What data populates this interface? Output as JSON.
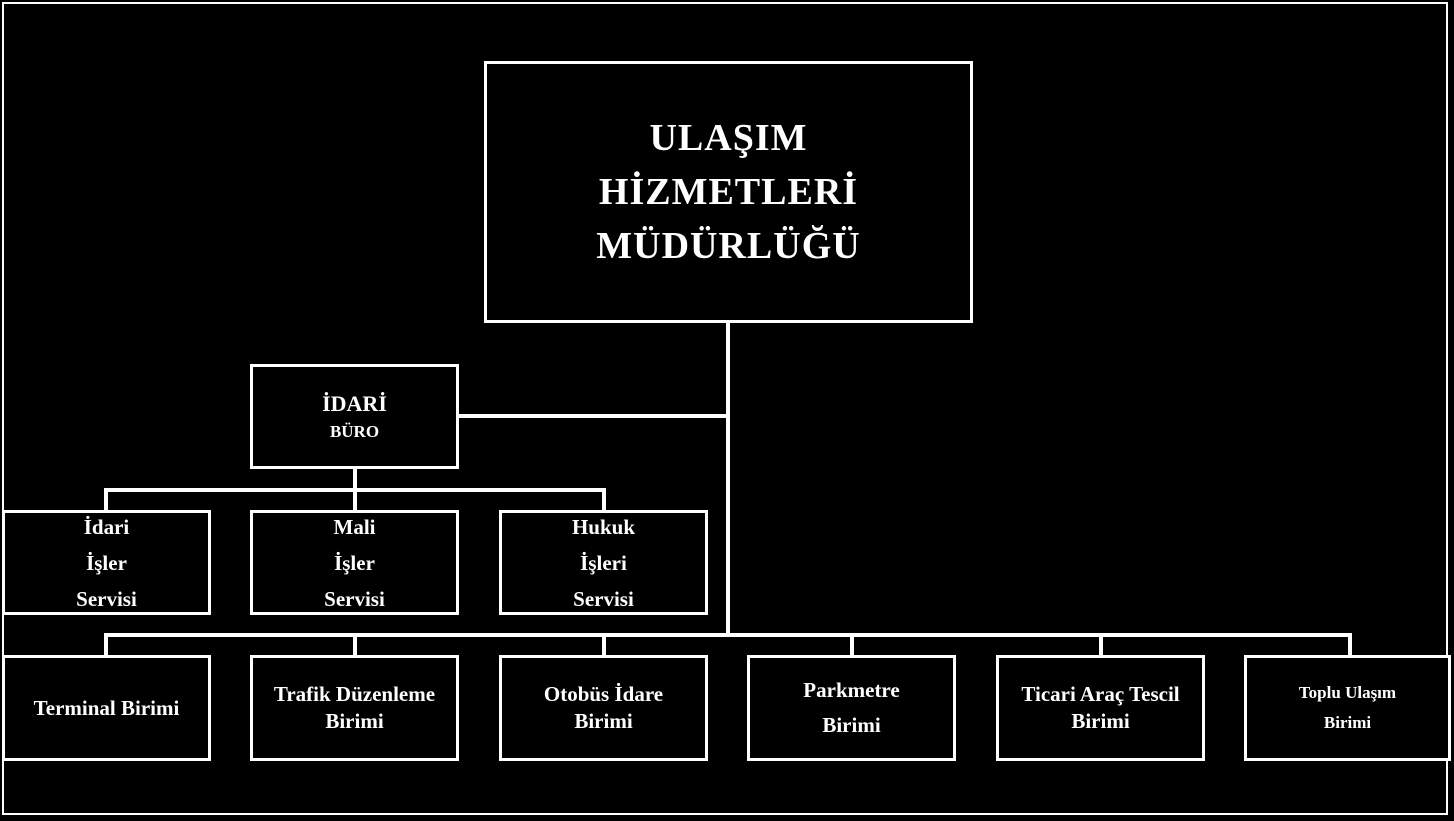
{
  "colors": {
    "background": "#000000",
    "stroke": "#ffffff",
    "text": "#ffffff"
  },
  "root": {
    "lines": [
      "ULAŞIM",
      "HİZMETLERİ",
      "MÜDÜRLÜĞÜ"
    ]
  },
  "office": {
    "title": "İDARİ",
    "subtitle": "BÜRO"
  },
  "services": [
    {
      "lines": [
        "İdari",
        "İşler",
        "Servisi"
      ]
    },
    {
      "lines": [
        "Mali",
        "İşler",
        "Servisi"
      ]
    },
    {
      "lines": [
        "Hukuk",
        "İşleri",
        "Servisi"
      ]
    }
  ],
  "units": [
    {
      "lines": [
        "Terminal Birimi"
      ]
    },
    {
      "lines": [
        "Trafik  Düzenleme",
        "Birimi"
      ]
    },
    {
      "lines": [
        "Otobüs İdare",
        "Birimi"
      ]
    },
    {
      "lines": [
        "Parkmetre",
        "Birimi"
      ]
    },
    {
      "lines": [
        "Ticari Araç Tescil",
        "Birimi"
      ]
    },
    {
      "lines": [
        "Toplu Ulaşım",
        "Birimi"
      ]
    }
  ]
}
